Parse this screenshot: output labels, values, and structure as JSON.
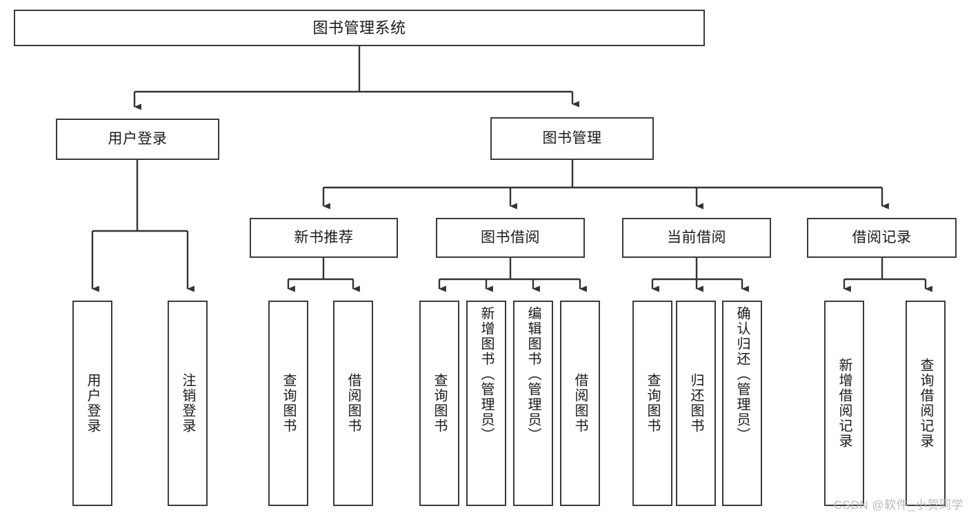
{
  "diagram": {
    "title": "图书管理系统",
    "type": "tree-hierarchy-chart",
    "watermark": "CSDN @软件_小贺同学",
    "colors": {
      "background": "#ffffff",
      "box_border": "#3a3a3a",
      "box_fill": "#ffffff",
      "text": "#1a1a1a",
      "connector": "#333333",
      "watermark": "#b9b9b9"
    }
  },
  "nodes": {
    "root": {
      "label": "图书管理系统"
    },
    "level2": [
      {
        "id": "user-login",
        "label": "用户登录"
      },
      {
        "id": "book-manage",
        "label": "图书管理"
      }
    ],
    "level3": [
      {
        "id": "new-book-recommend",
        "label": "新书推荐"
      },
      {
        "id": "book-borrow",
        "label": "图书借阅"
      },
      {
        "id": "current-borrow",
        "label": "当前借阅"
      },
      {
        "id": "borrow-record",
        "label": "借阅记录"
      }
    ],
    "leaves": {
      "user_login": [
        {
          "id": "leaf-user-login",
          "label": "用户登录"
        },
        {
          "id": "leaf-logout-login",
          "label": "注销登录"
        }
      ],
      "new_book_recommend": [
        {
          "id": "leaf-query-book-1",
          "label": "查询图书"
        },
        {
          "id": "leaf-borrow-book-1",
          "label": "借阅图书"
        }
      ],
      "book_borrow": [
        {
          "id": "leaf-query-book-2",
          "label": "查询图书"
        },
        {
          "id": "leaf-add-book",
          "label": "新增图书（管理员）"
        },
        {
          "id": "leaf-edit-book",
          "label": "编辑图书（管理员）"
        },
        {
          "id": "leaf-borrow-book-2",
          "label": "借阅图书"
        }
      ],
      "current_borrow": [
        {
          "id": "leaf-query-book-3",
          "label": "查询图书"
        },
        {
          "id": "leaf-return-book",
          "label": "归还图书"
        },
        {
          "id": "leaf-confirm-return",
          "label": "确认归还（管理员）"
        }
      ],
      "borrow_record": [
        {
          "id": "leaf-add-borrow-record",
          "label": "新增借阅记录"
        },
        {
          "id": "leaf-query-borrow-record",
          "label": "查询借阅记录"
        }
      ]
    }
  }
}
